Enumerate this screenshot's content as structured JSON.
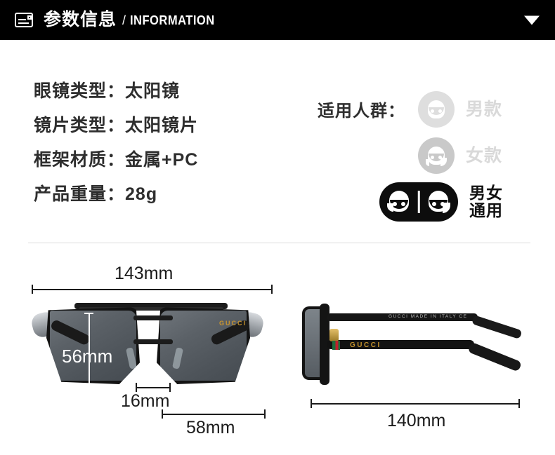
{
  "header": {
    "icon": "info-card-icon",
    "title_cn": "参数信息",
    "separator": "/",
    "title_en": "INFORMATION",
    "collapse_icon": "triangle-down-icon",
    "background": "#000000",
    "text_color": "#ffffff"
  },
  "specs": [
    {
      "label": "眼镜类型：",
      "value": "太阳镜"
    },
    {
      "label": "镜片类型：",
      "value": "太阳镜片"
    },
    {
      "label": "框架材质：",
      "value": "金属+PC"
    },
    {
      "label": "产品重量：",
      "value": "28g"
    }
  ],
  "audience": {
    "title": "适用人群：",
    "options": [
      {
        "label": "男款",
        "icon": "male-face-icon",
        "selected": false,
        "color": "#d9d9d9"
      },
      {
        "label": "女款",
        "icon": "female-face-icon",
        "selected": false,
        "color": "#d9d9d9"
      },
      {
        "label_line1": "男女",
        "label_line2": "通用",
        "icon": "unisex-faces-icon",
        "selected": true,
        "color": "#111111"
      }
    ]
  },
  "diagrams": {
    "front": {
      "name": "sunglasses-front-view",
      "brand": "GUCCI",
      "dimensions": {
        "total_width": "143mm",
        "lens_height": "56mm",
        "bridge_width": "16mm",
        "lens_width": "58mm"
      }
    },
    "side": {
      "name": "sunglasses-side-view",
      "brand": "GUCCI",
      "engraving": "GUCCI MADE IN ITALY CE",
      "dimensions": {
        "temple_length": "140mm"
      }
    }
  },
  "colors": {
    "header_bg": "#000000",
    "text_dark": "#2e2e2e",
    "text_muted": "#d9d9d9",
    "divider": "#dcdcdc",
    "gold": "#c4922c"
  }
}
